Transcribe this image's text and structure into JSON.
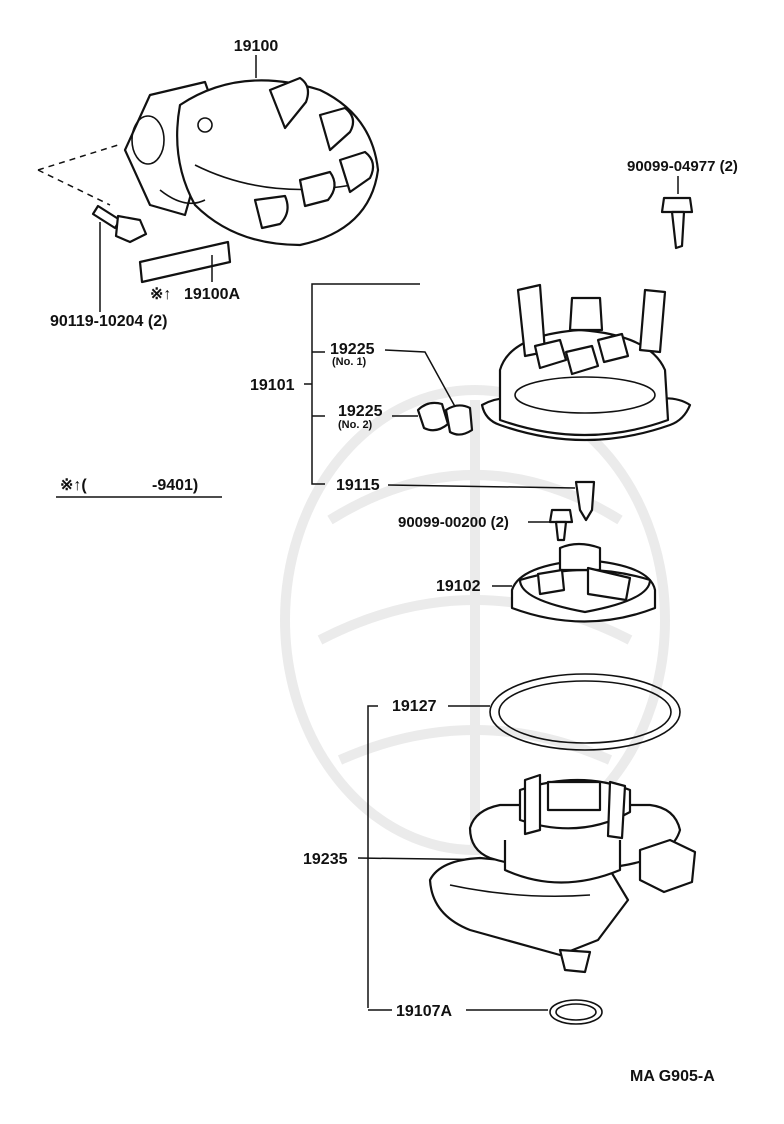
{
  "diagram": {
    "code": "MA G905-A",
    "labels": {
      "p19100": "19100",
      "p19100a": "19100A",
      "p19100a_mark": "※↑",
      "p90119": "90119-10204 (2)",
      "p90099_04977": "90099-04977 (2)",
      "p19101": "19101",
      "p19225_1": "19225",
      "p19225_1_sub": "(No. 1)",
      "p19225_2": "19225",
      "p19225_2_sub": "(No. 2)",
      "p19115": "19115",
      "p90099_00200": "90099-00200 (2)",
      "p19102": "19102",
      "p19127": "19127",
      "p19235": "19235",
      "p19107a": "19107A"
    },
    "note": {
      "mark": "※↑(",
      "range": "-9401)"
    }
  }
}
